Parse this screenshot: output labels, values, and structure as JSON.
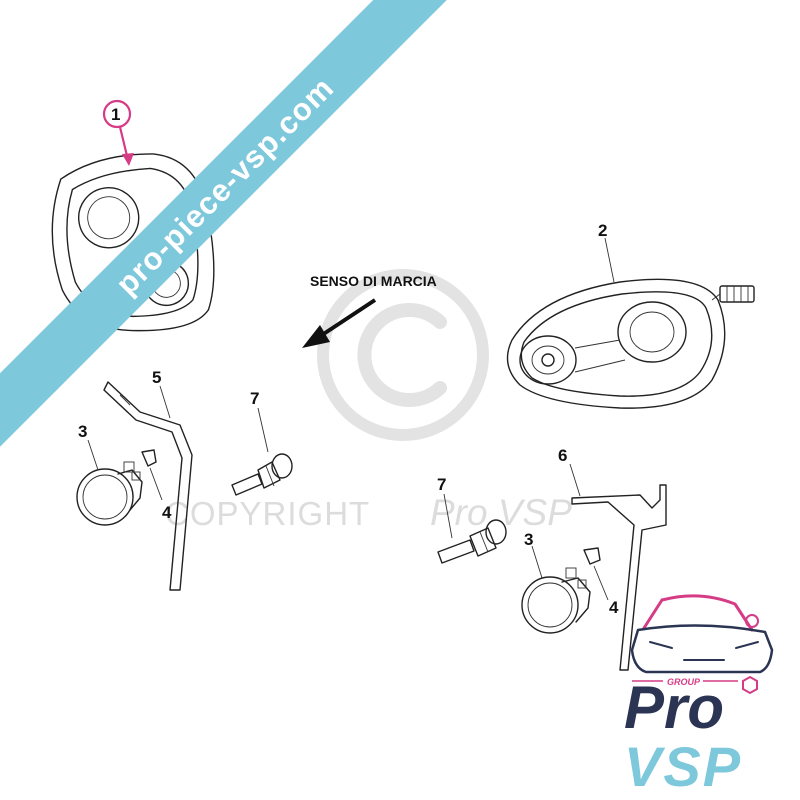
{
  "direction_label": "SENSO DI MARCIA",
  "callouts": [
    {
      "id": "1",
      "text": "1",
      "highlighted": true
    },
    {
      "id": "2",
      "text": "2"
    },
    {
      "id": "3a",
      "text": "3"
    },
    {
      "id": "3b",
      "text": "3"
    },
    {
      "id": "4a",
      "text": "4"
    },
    {
      "id": "4b",
      "text": "4"
    },
    {
      "id": "5",
      "text": "5"
    },
    {
      "id": "6",
      "text": "6"
    },
    {
      "id": "7a",
      "text": "7"
    },
    {
      "id": "7b",
      "text": "7"
    }
  ],
  "watermark": {
    "copyright_text": "COPYRIGHT",
    "brand_text": "Pro VSP",
    "banner_text": "pro-piece-vsp.com"
  },
  "logo": {
    "group_text": "GROUP",
    "pro_text": "Pro",
    "vsp_text": "VSP"
  },
  "colors": {
    "banner": "#7ec8dc",
    "highlight": "#d63b86",
    "logo_dark": "#2b3553",
    "logo_light": "#7ec8dc",
    "watermark": "#dcdcdc",
    "line_art": "#222222"
  }
}
